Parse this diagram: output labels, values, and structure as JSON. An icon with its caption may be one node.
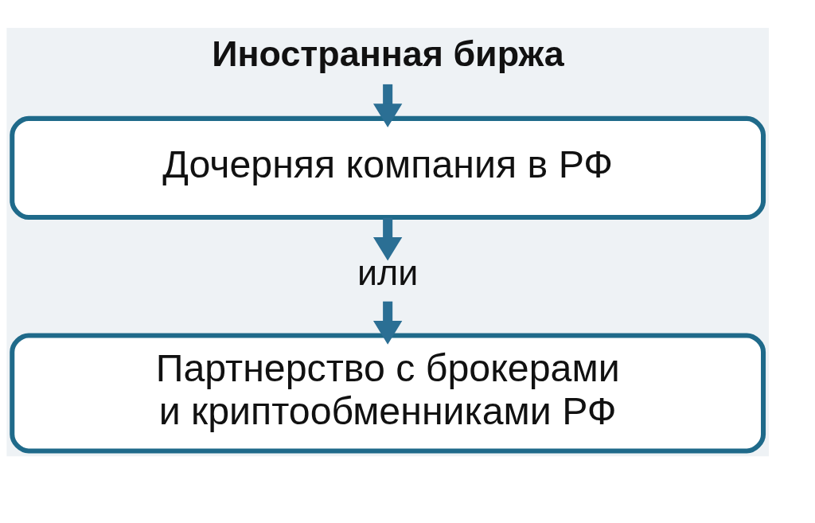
{
  "diagram": {
    "nodes": [
      {
        "text": [
          "Иностранная биржа"
        ]
      },
      {
        "text": [
          "Дочерняя компания в РФ"
        ]
      },
      {
        "text": [
          "или"
        ]
      },
      {
        "text": [
          "Партнерство с брокерами и криптообменниками РФ"
        ]
      }
    ],
    "edges": [
      {
        "from": 0,
        "to": 1,
        "arrow": "to"
      },
      {
        "from": 1,
        "to": 2,
        "arrow": "to"
      },
      {
        "from": 2,
        "to": 3,
        "arrow": "to"
      }
    ]
  }
}
